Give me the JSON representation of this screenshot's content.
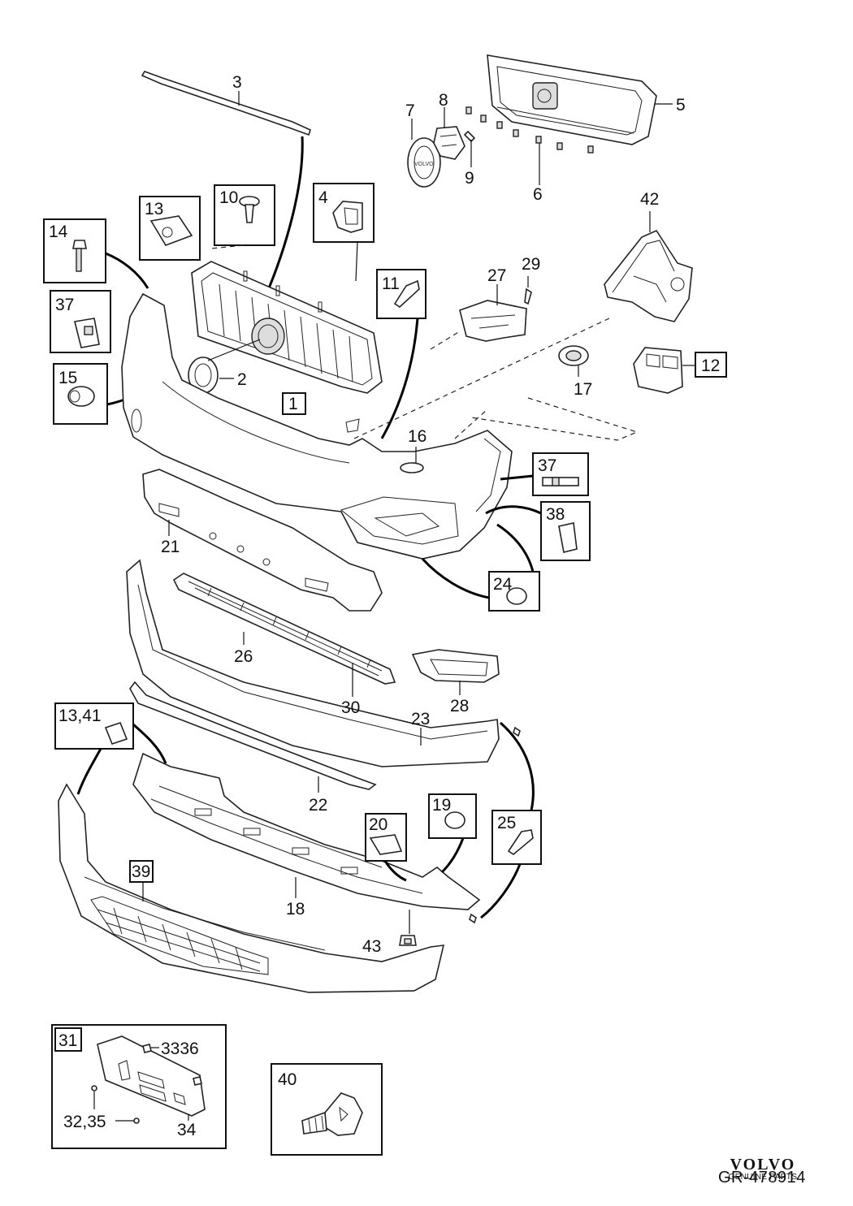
{
  "labels": {
    "p1": "1",
    "p2": "2",
    "p3": "3",
    "p4": "4",
    "p5": "5",
    "p6": "6",
    "p7": "7",
    "p8": "8",
    "p9": "9",
    "p10": "10",
    "p11": "11",
    "p12": "12",
    "p13": "13",
    "p14": "14",
    "p15": "15",
    "p16": "16",
    "p17": "17",
    "p18": "18",
    "p19": "19",
    "p20": "20",
    "p21": "21",
    "p22": "22",
    "p23": "23",
    "p24": "24",
    "p25": "25",
    "p26": "26",
    "p27": "27",
    "p28": "28",
    "p29": "29",
    "p30": "30",
    "p31": "31",
    "p3336": "3336",
    "p3235": "32,35",
    "p34": "34",
    "p37a": "37",
    "p37b": "37",
    "p38": "38",
    "p39": "39",
    "p40": "40",
    "p42": "42",
    "p43": "43",
    "p1341": "13,41"
  },
  "brand": {
    "name": "VOLVO",
    "subtitle": "GENUINE PARTS"
  },
  "diagram_code": "GR-478914"
}
